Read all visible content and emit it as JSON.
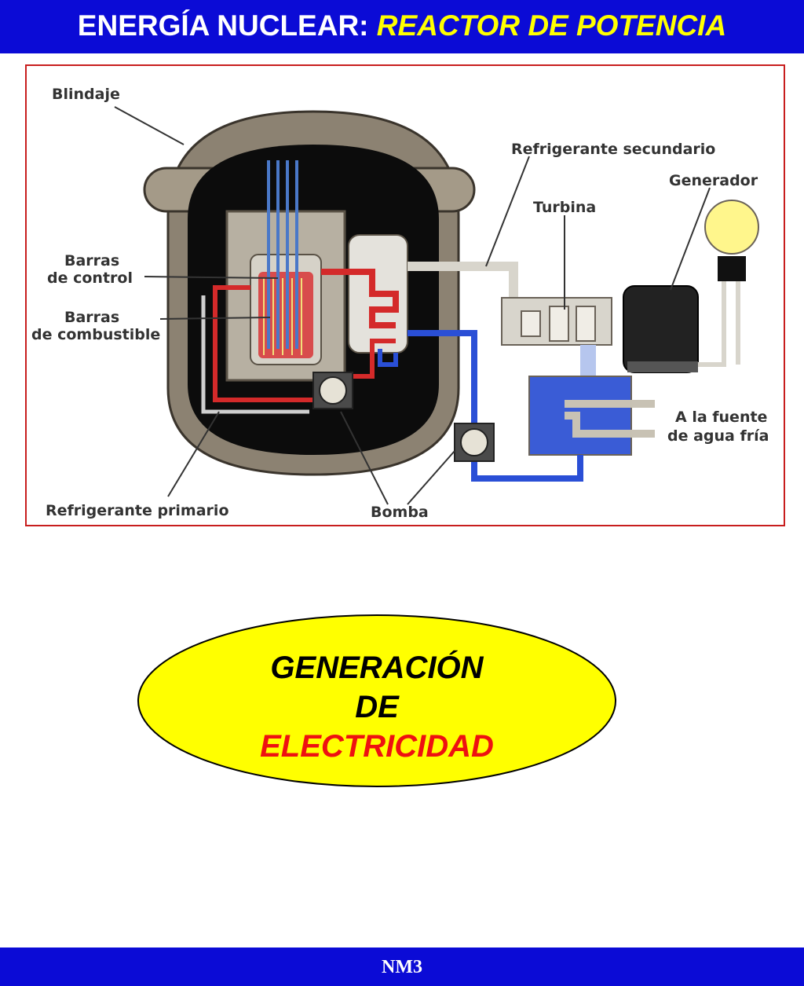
{
  "header": {
    "title_main": "ENERGÍA NUCLEAR:",
    "title_accent": "REACTOR DE POTENCIA"
  },
  "diagram": {
    "labels": {
      "blindaje": "Blindaje",
      "refrigerante_secundario": "Refrigerante secundario",
      "generador": "Generador",
      "turbina": "Turbina",
      "barras_control_1": "Barras",
      "barras_control_2": "de control",
      "barras_combustible_1": "Barras",
      "barras_combustible_2": "de combustible",
      "fuente_agua_1": "A la fuente",
      "fuente_agua_2": "de agua fría",
      "refrigerante_primario": "Refrigerante primario",
      "bomba": "Bomba"
    },
    "colors": {
      "shield": "#8c8272",
      "hot_loop": "#d42a2a",
      "cold_loop": "#2a4fd6",
      "steam": "#d8d5cc",
      "bulb": "#fff68c"
    }
  },
  "callout": {
    "line1": "GENERACIÓN",
    "line2": "DE",
    "line3": "ELECTRICIDAD",
    "fill": "#ffff00"
  },
  "footer": {
    "code": "NM3"
  }
}
